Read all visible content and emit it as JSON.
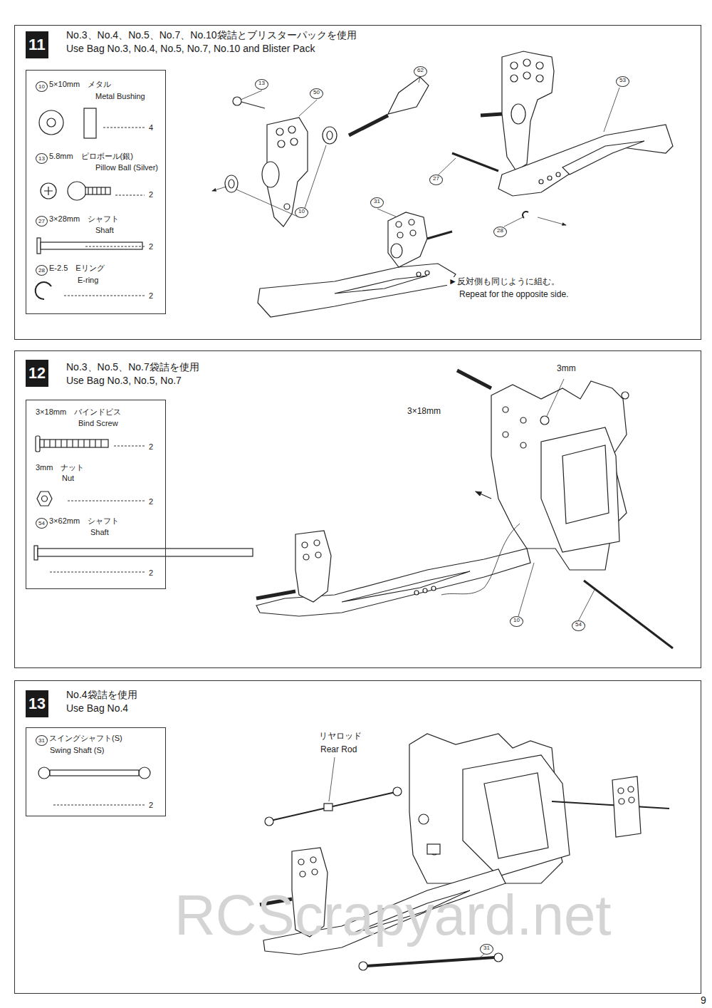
{
  "diagram": {
    "nodes": [
      {
        "text": [
          "No.3、No.4、No.5、No.7、No.10袋詰とブリスターパックを使用",
          "Use Bag No.3, No.4, No.5, No.7, No.10 and Blister Pack"
        ]
      },
      {
        "text": [
          "11"
        ],
        "in": 0
      },
      {
        "text": [
          "10",
          "5×10mm　メタル",
          "Metal Bushing",
          "4",
          "13",
          "5.8mm　ピロボール(銀)",
          "Pillow Ball (Silver)",
          "2",
          "27",
          "3×28mm　シャフト",
          "Shaft",
          "2",
          "28",
          "E-2.5　Eリング",
          "E-ring",
          "2"
        ],
        "in": 0
      },
      {
        "text": [
          "No.3、No.5、No.7袋詰を使用",
          "Use Bag No.3, No.5, No.7"
        ]
      },
      {
        "text": [
          "12"
        ],
        "in": 3
      },
      {
        "text": [
          "3×18mm　バインドビス",
          "Bind Screw",
          "2",
          "3mm　ナット",
          "Nut",
          "2",
          "54",
          "3×62mm　シャフト",
          "Shaft",
          "2"
        ],
        "in": 3
      },
      {
        "text": [
          "No.4袋詰を使用",
          "Use Bag No.4"
        ]
      },
      {
        "text": [
          "13"
        ],
        "in": 6
      },
      {
        "text": [
          "31",
          "スイングシャフト(S)",
          "Swing Shaft (S)",
          "2"
        ],
        "in": 6
      }
    ],
    "labels": [
      "13",
      "50",
      "62",
      "10",
      "31",
      "53",
      "27",
      "28",
      "►反対側も同じように組む。",
      "Repeat for the opposite side.",
      "3×18mm",
      "3mm",
      "10",
      "54",
      "リヤロッド",
      "Rear Rod",
      "31",
      "RCScrapyard.net",
      "9"
    ]
  }
}
